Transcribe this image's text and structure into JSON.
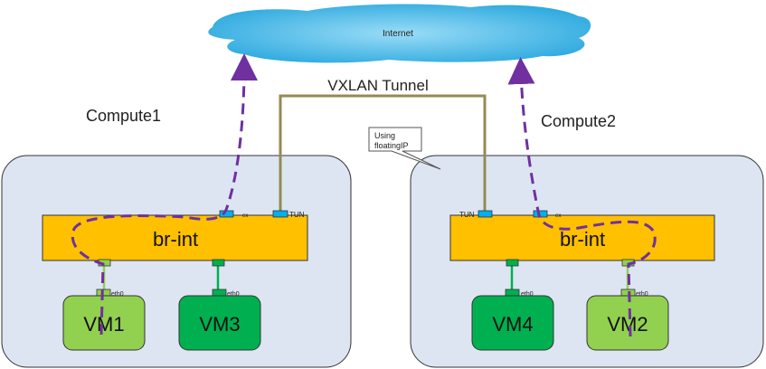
{
  "internet": {
    "label": "Internet"
  },
  "tunnel": {
    "label": "VXLAN Tunnel"
  },
  "callout": {
    "line1": "Using",
    "line2": "floatingIP"
  },
  "compute1": {
    "title": "Compute1",
    "bridge": "br-int",
    "ports": {
      "ex": "ex",
      "tun": "TUN"
    },
    "vms": [
      {
        "name": "VM1",
        "iface": "eth0"
      },
      {
        "name": "VM3",
        "iface": "eth0"
      }
    ]
  },
  "compute2": {
    "title": "Compute2",
    "bridge": "br-int",
    "ports": {
      "ex": "ex",
      "tun": "TUN"
    },
    "vms": [
      {
        "name": "VM4",
        "iface": "eth0"
      },
      {
        "name": "VM2",
        "iface": "eth0"
      }
    ]
  },
  "colors": {
    "host_fill": "#dde5f2",
    "bridge_fill": "#ffc000",
    "vm_light": "#92d050",
    "vm_dark": "#00b050",
    "port": "#00b0f0",
    "tunnel_line": "#948a54",
    "path": "#7030a0",
    "cloud": "#4bbce8"
  }
}
